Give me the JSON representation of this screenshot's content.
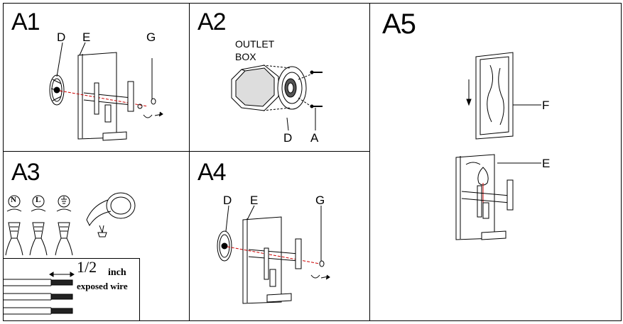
{
  "panels": {
    "a1": {
      "title": "A1",
      "labels": {
        "d": "D",
        "e": "E",
        "g": "G"
      }
    },
    "a2": {
      "title": "A2",
      "outlet_line1": "OUTLET",
      "outlet_line2": "BOX",
      "labels": {
        "d": "D",
        "a": "A"
      }
    },
    "a3": {
      "title": "A3",
      "symbols": {
        "neutral": "N",
        "live": "L"
      },
      "fraction": "1/2",
      "inch": "inch",
      "exposed_wire": "exposed wire"
    },
    "a4": {
      "title": "A4",
      "labels": {
        "d": "D",
        "e": "E",
        "g": "G"
      }
    },
    "a5": {
      "title": "A5",
      "labels": {
        "f": "F",
        "e": "E"
      }
    }
  }
}
